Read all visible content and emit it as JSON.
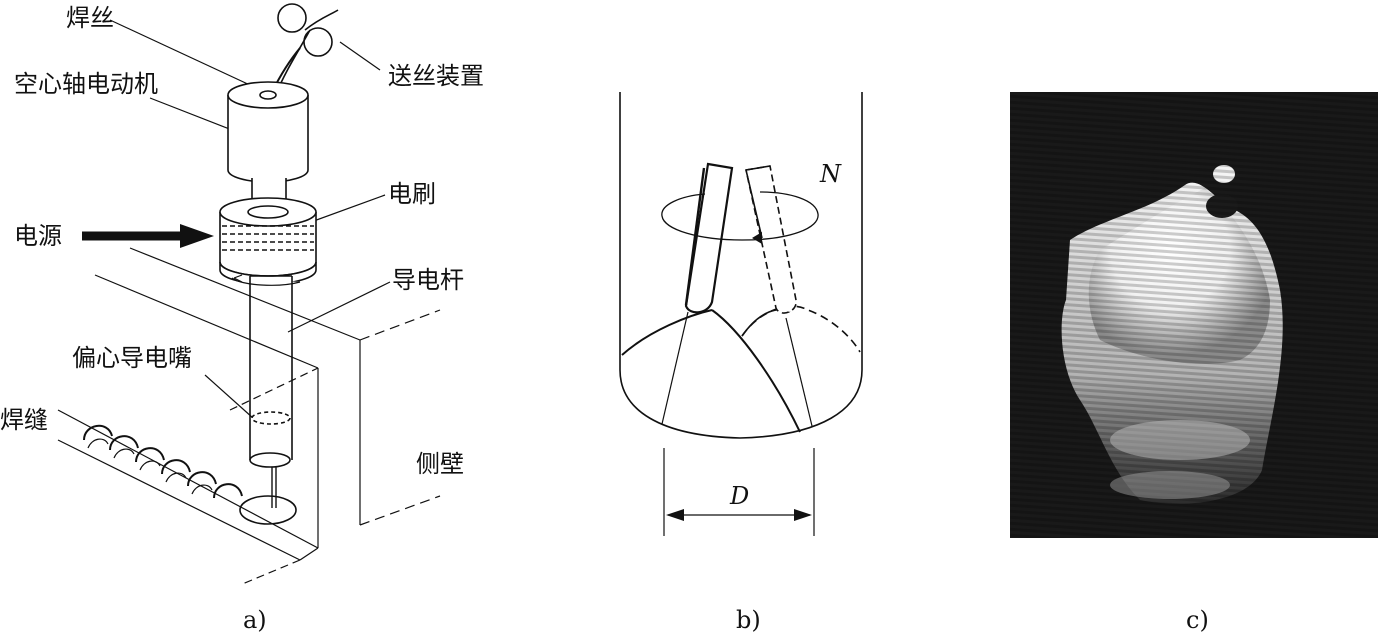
{
  "panel_a": {
    "labels": {
      "wire": "焊丝",
      "wire_feeder": "送丝装置",
      "motor": "空心轴电动机",
      "brush": "电刷",
      "power": "电源",
      "conductive_rod": "导电杆",
      "eccentric_tip": "偏心导电嘴",
      "weld_seam": "焊缝",
      "side_wall": "侧壁"
    },
    "caption": "a)"
  },
  "panel_b": {
    "labels": {
      "rotation": "N",
      "width": "D"
    },
    "caption": "b)"
  },
  "panel_c": {
    "caption": "c)"
  }
}
